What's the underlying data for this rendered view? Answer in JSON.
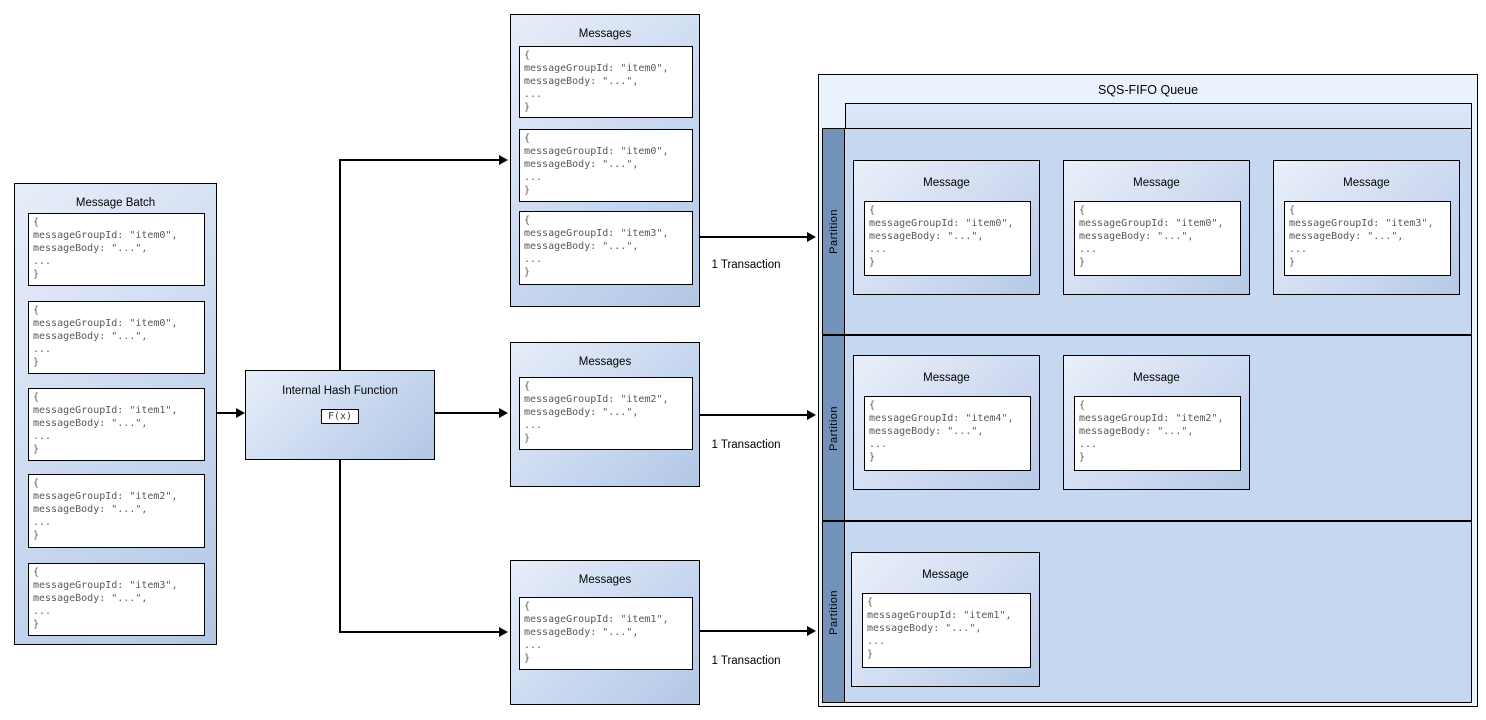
{
  "diagram": {
    "transaction_label": "1 Transaction",
    "code_template": [
      "{",
      "messageGroupId: \"{id}\",",
      "messageBody: \"...\",",
      "...",
      "}"
    ],
    "message_batch": {
      "title": "Message Batch",
      "messages": [
        "item0",
        "item0",
        "item1",
        "item2",
        "item3"
      ]
    },
    "hash_function": {
      "title": "Internal Hash Function",
      "formula": "F(x)"
    },
    "message_groups": [
      {
        "title": "Messages",
        "messages": [
          "item0",
          "item0",
          "item3"
        ]
      },
      {
        "title": "Messages",
        "messages": [
          "item2"
        ]
      },
      {
        "title": "Messages",
        "messages": [
          "item1"
        ]
      }
    ],
    "queue": {
      "title": "SQS-FIFO Queue",
      "card_title": "Message",
      "partitions": [
        {
          "label": "Partition",
          "messages": [
            "item0",
            "item0",
            "item3"
          ]
        },
        {
          "label": "Partition",
          "messages": [
            "item4",
            "item2"
          ]
        },
        {
          "label": "Partition",
          "messages": [
            "item1"
          ]
        }
      ]
    }
  },
  "colors": {
    "border": "#000000",
    "lane_strip": "#7292ba",
    "lane_body": "#c6d8f0",
    "queue_bg": "#eaf2fc",
    "node_gradient_start": "#e8eef9",
    "node_gradient_end": "#b2c7e5",
    "code_text": "#595959"
  }
}
